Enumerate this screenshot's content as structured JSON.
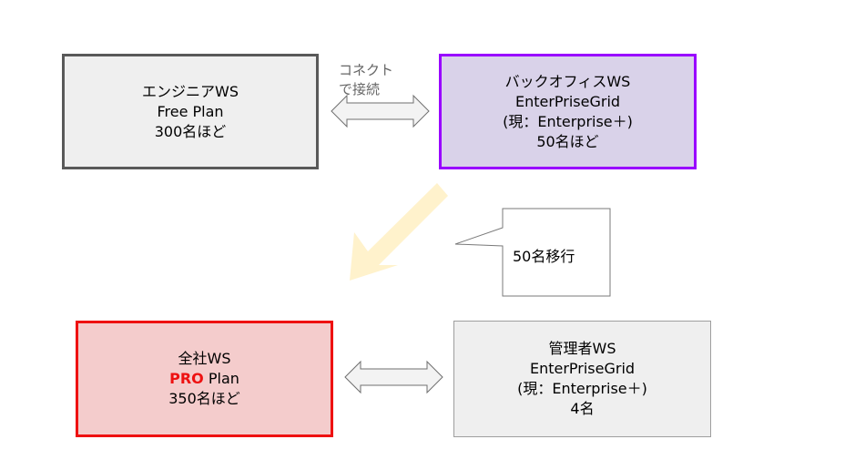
{
  "boxes": {
    "engineer_ws": {
      "title": "エンジニアWS",
      "plan": "Free Plan",
      "members": "300名ほど"
    },
    "backoffice_ws": {
      "title": "バックオフィスWS",
      "plan": "EnterPriseGrid",
      "current": "(現：Enterprise＋)",
      "members": "50名ほど"
    },
    "all_company_ws": {
      "title": "全社WS",
      "plan_highlight": "PRO",
      "plan_rest": " Plan",
      "members": "350名ほど"
    },
    "admin_ws": {
      "title": "管理者WS",
      "plan": "EnterPriseGrid",
      "current": "(現：Enterprise＋)",
      "members": "4名"
    }
  },
  "connect_label": {
    "line1": "コネクト",
    "line2": "で接続"
  },
  "callout": {
    "text": "50名移行"
  },
  "colors": {
    "engineer_border": "#595959",
    "backoffice_fill": "#d9d2e9",
    "backoffice_border": "#9900ff",
    "all_company_fill": "#f4cccc",
    "all_company_border": "#ee1111",
    "migration_arrow": "#fff2cc"
  }
}
